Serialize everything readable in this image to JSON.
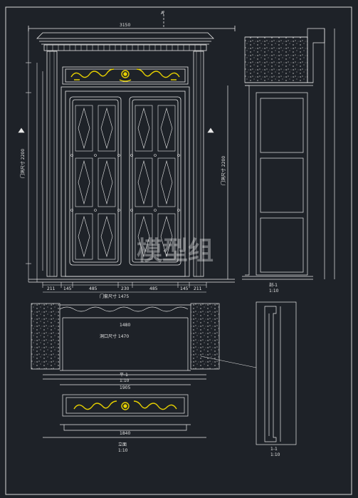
{
  "drawing": {
    "title_top_dim": "3150",
    "elevation_label": "A",
    "watermark": "模型组",
    "side_section_label": "剖-1",
    "side_scale": "1:10",
    "plan_label": "平-1",
    "plan_scale": "1:10",
    "detail_label": "1-1",
    "detail_scale": "1:10",
    "bottom_label": "立面",
    "bottom_scale": "1:10",
    "dims_bottom": [
      "211",
      "145",
      "485",
      "230",
      "485",
      "145",
      "211"
    ],
    "dims_plan_top": "门套尺寸 1475",
    "dims_plan_mid": "1480",
    "dims_plan_opening": "洞口尺寸 1470",
    "dims_plan_bottom": "1905",
    "dims_header_bottom": "1840",
    "dim_left_height": "门洞尺寸 2200",
    "dim_side_height": "门洞尺寸 2200"
  },
  "colors": {
    "background": "#1e2228",
    "line": "#e8e8e8",
    "ornament": "#e6d000",
    "label": "#e6e6e6"
  }
}
